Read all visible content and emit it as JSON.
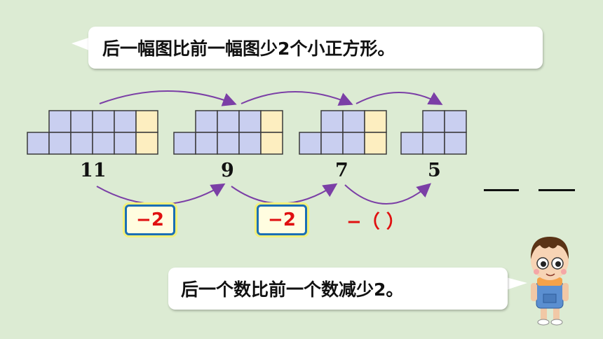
{
  "top_text": "后一幅图比前一幅图少2个小正方形。",
  "bottom_text": "后一个数比前一个数减少2。",
  "numbers": [
    "11",
    "9",
    "7",
    "5"
  ],
  "steps": [
    "−2",
    "−2",
    "−（ ）"
  ],
  "colors": {
    "background": "#dcebd3",
    "square_blue": "#c9cff0",
    "square_yellow": "#fdeec0",
    "arrow_purple": "#7b3fa6",
    "minus_red": "#e01010",
    "box_border": "#1b6fb5"
  },
  "icons": [
    "boy-character-icon"
  ]
}
